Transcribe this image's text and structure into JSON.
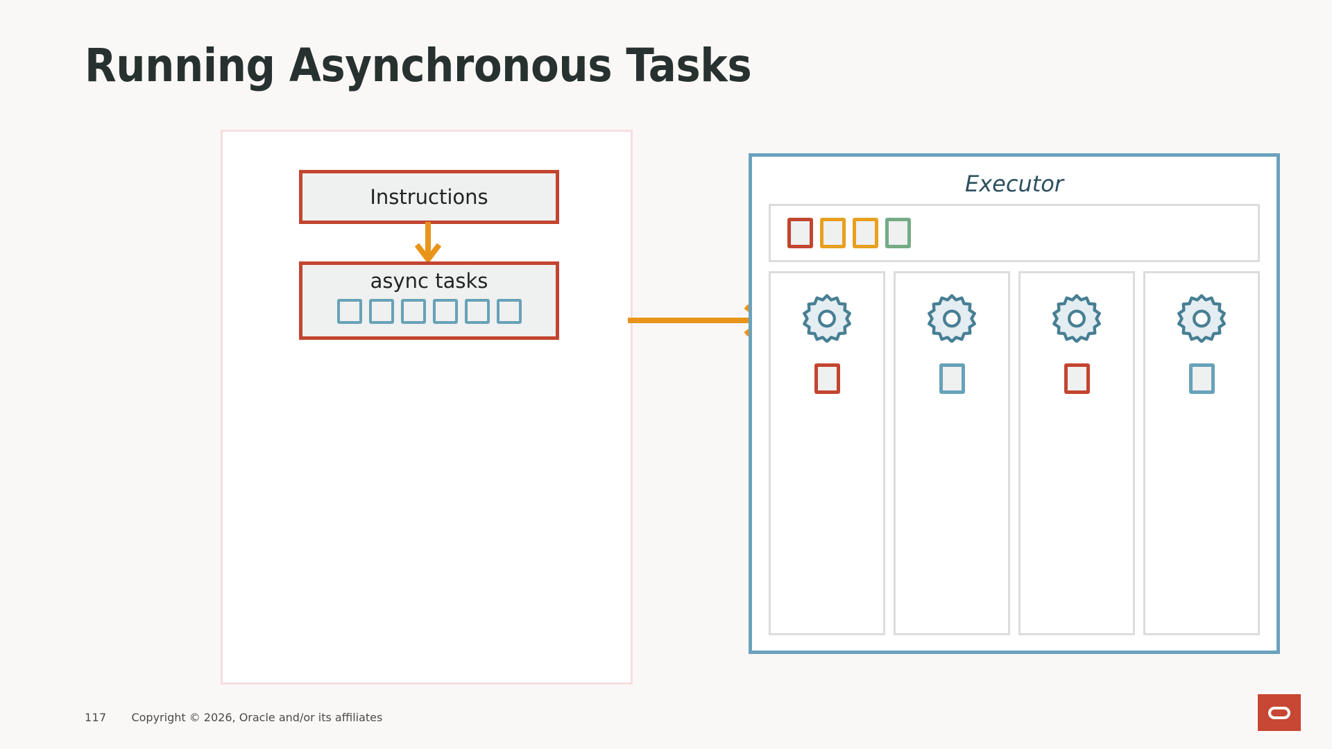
{
  "slide": {
    "title": "Running Asynchronous Tasks"
  },
  "producer": {
    "name": "producer-panel",
    "instructions": {
      "label": "Instructions"
    },
    "async_tasks": {
      "label": "async tasks",
      "task_count": 6,
      "tasks": [
        {
          "id": 1,
          "color": "#67a2b8"
        },
        {
          "id": 2,
          "color": "#67a2b8"
        },
        {
          "id": 3,
          "color": "#67a2b8"
        },
        {
          "id": 4,
          "color": "#67a2b8"
        },
        {
          "id": 5,
          "color": "#67a2b8"
        },
        {
          "id": 6,
          "color": "#67a2b8"
        }
      ]
    }
  },
  "executor": {
    "title": "Executor",
    "queue": {
      "items": [
        {
          "id": 1,
          "color": "#c2452f"
        },
        {
          "id": 2,
          "color": "#e8a020"
        },
        {
          "id": 3,
          "color": "#e8a020"
        },
        {
          "id": 4,
          "color": "#74ab85"
        }
      ]
    },
    "workers": [
      {
        "id": 1,
        "task_color": "#c2452f"
      },
      {
        "id": 2,
        "task_color": "#67a2b8"
      },
      {
        "id": 3,
        "task_color": "#c2452f"
      },
      {
        "id": 4,
        "task_color": "#67a2b8"
      }
    ]
  },
  "footer": {
    "page_number": "117",
    "copyright": "Copyright © 2026, Oracle and/or its affiliates"
  },
  "colors": {
    "background": "#faf8f6",
    "title_text": "#27312f",
    "brick_red": "#c2452f",
    "orange": "#e8941a",
    "steel_blue": "#67a2b8",
    "executor_border": "#6ba2bd",
    "executor_title": "#2b4f5e",
    "green": "#74ab85",
    "amber": "#e8a020",
    "panel_pink": "#f6dede",
    "box_fill": "#eff0f0",
    "inner_gray": "#dcdcdc",
    "oracle_red": "#c74634"
  }
}
